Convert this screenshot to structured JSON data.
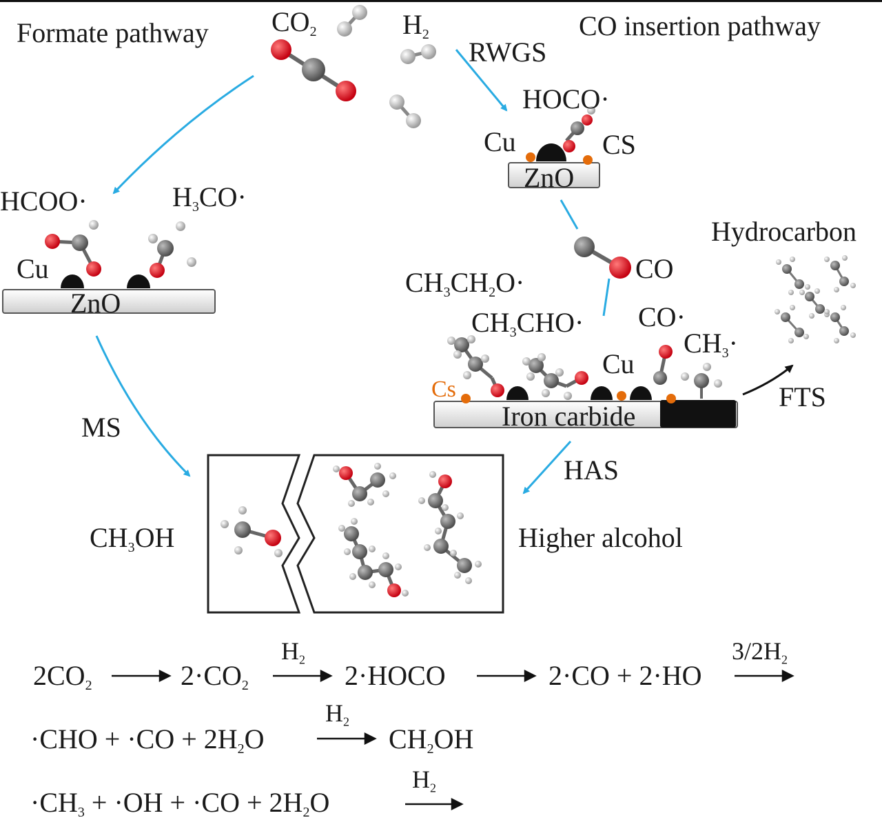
{
  "pathways": {
    "formate": "Formate pathway",
    "co_insertion": "CO insertion pathway"
  },
  "reactants": {
    "co2": {
      "main": "CO",
      "sub": "2"
    },
    "h2": {
      "main": "H",
      "sub": "2"
    }
  },
  "labels": {
    "rwgs": "RWGS",
    "hoco": "HOCO·",
    "cu_top": "Cu",
    "cs_top": "CS",
    "zno_top": "ZnO",
    "hcoo": "HCOO·",
    "h3co": {
      "a": "H",
      "sub": "3",
      "b": "CO·"
    },
    "cu_left": "Cu",
    "zno_left": "ZnO",
    "hydrocarbon": "Hydrocarbon",
    "co_gas": "CO",
    "ch3ch2o": {
      "a": "CH",
      "s1": "3",
      "b": "CH",
      "s2": "2",
      "c": "O·"
    },
    "ch3cho": {
      "a": "CH",
      "s1": "3",
      "b": "CHO·"
    },
    "co_ads": "CO·",
    "ch3_ads": {
      "a": "CH",
      "s1": "3",
      "b": "·"
    },
    "cu_mid": "Cu",
    "cs_mid": "Cs",
    "iron_carbide": "Iron carbide",
    "fts": "FTS",
    "ms": "MS",
    "has": "HAS",
    "ch3oh": {
      "a": "CH",
      "s1": "3",
      "b": "OH"
    },
    "higher_alcohol": "Higher alcohol"
  },
  "equations": {
    "eq1": {
      "t1": "2CO",
      "t1s": "2",
      "t2": "2·CO",
      "t2s": "2",
      "h2a": "H",
      "h2as": "2",
      "t3": "2·HOCO",
      "t4": "2·CO + 2·HO",
      "h2b": "3/2H",
      "h2bs": "2"
    },
    "eq2": {
      "t1": "·CHO + ·CO + 2H",
      "t1s": "2",
      "t1b": "O",
      "h2": "H",
      "h2s": "2",
      "t2": "CH",
      "t2s": "2",
      "t2b": "OH"
    },
    "eq3": {
      "t1": "·CH",
      "t1s": "3",
      "t1b": " + ·OH + ·CO + 2H",
      "t1s2": "2",
      "t1c": "O",
      "h2": "H",
      "h2s": "2"
    }
  },
  "colors": {
    "arrow": "#29abe2",
    "oxygen": "#e3001b",
    "carbon": "#7f7f7f",
    "hydrogen": "#d8d8d8",
    "cu": "#111111",
    "cs": "#e46c0a",
    "plate": "#e6e6e6"
  }
}
